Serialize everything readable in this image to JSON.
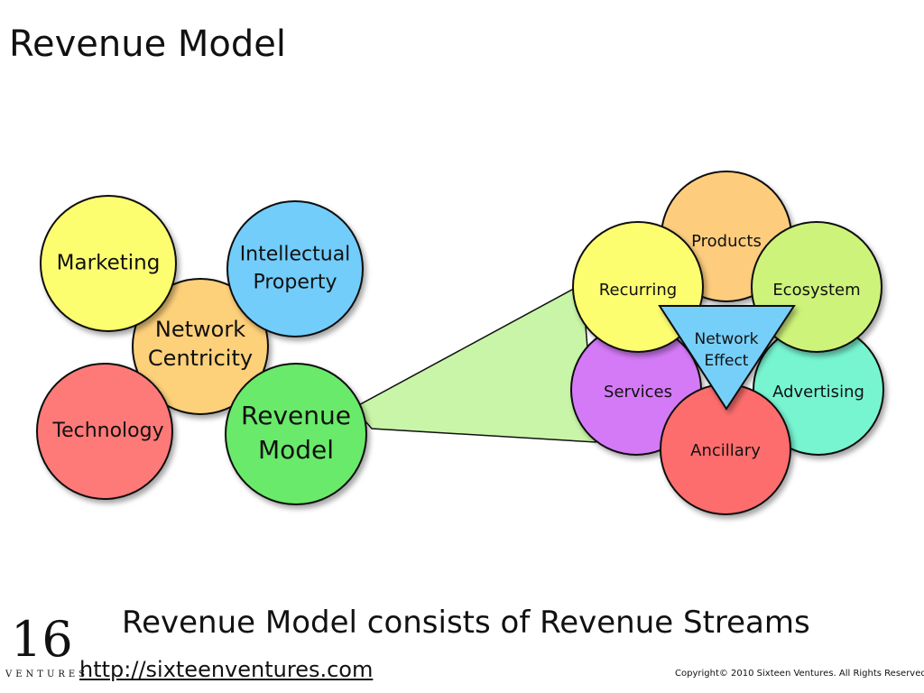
{
  "slide": {
    "title": "Revenue Model",
    "subtitle": "Revenue Model consists of Revenue Streams",
    "url": "http://sixteenventures.com",
    "copyright": "Copyright© 2010 Sixteen Ventures.  All Rights Reserved",
    "logo": {
      "number": "16",
      "word": "VENTURES"
    }
  },
  "left_cluster": [
    {
      "name": "network-centricity-circle",
      "lines": [
        "Network",
        "Centricity"
      ],
      "color": "#fdd07a"
    },
    {
      "name": "marketing-circle",
      "lines": [
        "Marketing"
      ],
      "color": "#fdfd70"
    },
    {
      "name": "intellectual-property-circle",
      "lines": [
        "Intellectual",
        "Property"
      ],
      "color": "#72cdfb"
    },
    {
      "name": "technology-circle",
      "lines": [
        "Technology"
      ],
      "color": "#fe7a78"
    },
    {
      "name": "revenue-model-circle",
      "lines": [
        "Revenue",
        "Model"
      ],
      "color": "#6bea6a"
    }
  ],
  "right_cluster": [
    {
      "name": "products-circle",
      "lines": [
        "Products"
      ],
      "color": "#fdcd7d"
    },
    {
      "name": "services-circle",
      "lines": [
        "Services"
      ],
      "color": "#d47af7"
    },
    {
      "name": "advertising-circle",
      "lines": [
        "Advertising"
      ],
      "color": "#77f5d1"
    },
    {
      "name": "recurring-circle",
      "lines": [
        "Recurring"
      ],
      "color": "#fdfd70"
    },
    {
      "name": "ecosystem-circle",
      "lines": [
        "Ecosystem"
      ],
      "color": "#cdf37a"
    },
    {
      "name": "ancillary-circle",
      "lines": [
        "Ancillary"
      ],
      "color": "#fe6d6d"
    }
  ],
  "center_triangle": {
    "lines": [
      "Network",
      "Effect"
    ],
    "color": "#76cff9"
  },
  "connector_color": "#c8f5a8"
}
